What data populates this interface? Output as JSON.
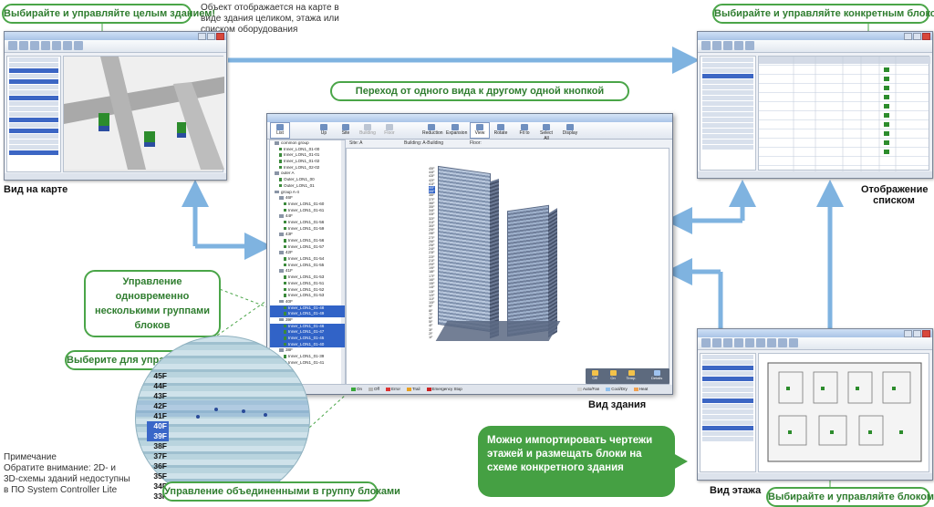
{
  "callouts": {
    "map_control": "Выбирайте и управляйте целым зданием!",
    "list_control": "Выбирайте и управляйте конкретным блоком",
    "one_button": "Переход от одного вида к другому одной кнопкой",
    "multi_groups": "Управление одновременно несколькими группами блоков",
    "whole_floor": "Выберите для управления целый этаж",
    "grouped_blocks": "Управление объединенными в группу блоками",
    "floor_control": "Выбирайте и управляйте блоком"
  },
  "intro_text": "Объект отображается на карте в виде здания целиком, этажа или списком оборудования",
  "captions": {
    "map_view": "Вид на карте",
    "list_view": "Отображение списком",
    "building_view": "Вид здания",
    "floor_view": "Вид этажа"
  },
  "import_bubble": "Можно импортировать чертежи этажей и размещать блоки на схеме конкретного здания",
  "note": {
    "title": "Примечание",
    "body": "Обратите внимание: 2D- и 3D-схемы зданий недоступны в ПО System Controller Lite"
  },
  "main_window": {
    "toolbar": {
      "list": "List",
      "up": "Up",
      "site": "Site",
      "building": "Building",
      "floor": "Floor",
      "reduction": "Reduction",
      "expansion": "Expansion",
      "view": "View",
      "rotate": "Rotate",
      "fit": "Fit to",
      "select_all": "Select All",
      "display": "Display"
    },
    "breadcrumb": {
      "site": "Site: A",
      "building": "Building: A-Building",
      "floor": "Floor:"
    },
    "tree": [
      {
        "label": "common group",
        "depth": 1,
        "type": "group"
      },
      {
        "label": "Inner_LON1_01-00",
        "depth": 2,
        "type": "unit"
      },
      {
        "label": "Inner_LON1_01-01",
        "depth": 2,
        "type": "unit"
      },
      {
        "label": "Inner_LON1_01-02",
        "depth": 2,
        "type": "unit"
      },
      {
        "label": "Inner_LON1_02-02",
        "depth": 2,
        "type": "unit"
      },
      {
        "label": "outer A",
        "depth": 1,
        "type": "group"
      },
      {
        "label": "Outer_LON1_00",
        "depth": 2,
        "type": "unit"
      },
      {
        "label": "Outer_LON1_01",
        "depth": 2,
        "type": "unit"
      },
      {
        "label": "group A-4",
        "depth": 1,
        "type": "group"
      },
      {
        "label": "46F",
        "depth": 2,
        "type": "floor"
      },
      {
        "label": "Inner_LON1_01-60",
        "depth": 3,
        "type": "unit"
      },
      {
        "label": "Inner_LON1_01-61",
        "depth": 3,
        "type": "unit"
      },
      {
        "label": "44F",
        "depth": 2,
        "type": "floor"
      },
      {
        "label": "Inner_LON1_01-56",
        "depth": 3,
        "type": "unit"
      },
      {
        "label": "Inner_LON1_01-59",
        "depth": 3,
        "type": "unit"
      },
      {
        "label": "43F",
        "depth": 2,
        "type": "floor"
      },
      {
        "label": "Inner_LON1_01-56",
        "depth": 3,
        "type": "unit"
      },
      {
        "label": "Inner_LON1_01-57",
        "depth": 3,
        "type": "unit"
      },
      {
        "label": "42F",
        "depth": 2,
        "type": "floor"
      },
      {
        "label": "Inner_LON1_01-54",
        "depth": 3,
        "type": "unit"
      },
      {
        "label": "Inner_LON1_01-55",
        "depth": 3,
        "type": "unit"
      },
      {
        "label": "41F",
        "depth": 2,
        "type": "floor"
      },
      {
        "label": "Inner_LON1_01-53",
        "depth": 3,
        "type": "unit"
      },
      {
        "label": "Inner_LON1_01-51",
        "depth": 3,
        "type": "unit"
      },
      {
        "label": "Inner_LON1_01-52",
        "depth": 3,
        "type": "unit"
      },
      {
        "label": "Inner_LON1_01-53",
        "depth": 3,
        "type": "unit"
      },
      {
        "label": "40F",
        "depth": 2,
        "type": "floor"
      },
      {
        "label": "Inner_LON1_01-48",
        "depth": 3,
        "type": "unit",
        "selected": true
      },
      {
        "label": "Inner_LON1_01-49",
        "depth": 3,
        "type": "unit",
        "selected": true
      },
      {
        "label": "39F",
        "depth": 2,
        "type": "floor"
      },
      {
        "label": "Inner_LON1_01-46",
        "depth": 3,
        "type": "unit",
        "selected": true
      },
      {
        "label": "Inner_LON1_01-47",
        "depth": 3,
        "type": "unit",
        "selected": true
      },
      {
        "label": "Inner_LON1_01-45",
        "depth": 3,
        "type": "unit",
        "selected": true
      },
      {
        "label": "Inner_LON1_01-40",
        "depth": 3,
        "type": "unit",
        "selected": true
      },
      {
        "label": "38F",
        "depth": 2,
        "type": "floor"
      },
      {
        "label": "Inner_LON1_01-39",
        "depth": 3,
        "type": "unit"
      },
      {
        "label": "Inner_LON1_01-41",
        "depth": 3,
        "type": "unit"
      }
    ],
    "status_legend": [
      "On",
      "Off",
      "Error",
      "Trail",
      "Emergency Stop"
    ],
    "status_right": [
      "Auto/Fan",
      "Cool/Dry",
      "Heat"
    ],
    "control_bar": [
      "Off",
      "On",
      "Temp.",
      "Details"
    ],
    "floor_axis_labels": [
      "45F",
      "44F",
      "43F",
      "42F",
      "41F",
      "40F",
      "39F",
      "38F",
      "37F",
      "36F",
      "35F",
      "34F",
      "33F",
      "32F",
      "31F",
      "30F",
      "29F",
      "28F",
      "27F",
      "26F",
      "25F",
      "24F",
      "23F",
      "22F",
      "21F",
      "20F",
      "19F",
      "18F",
      "17F",
      "16F",
      "15F",
      "14F",
      "13F",
      "12F",
      "11F",
      "10F",
      "9F",
      "8F",
      "7F",
      "6F",
      "5F",
      "4F",
      "3F",
      "2F",
      "1F"
    ]
  },
  "zoom_floors": [
    "45F",
    "44F",
    "43F",
    "42F",
    "41F",
    "40F",
    "39F",
    "38F",
    "37F",
    "36F",
    "35F",
    "34F",
    "33F"
  ],
  "zoom_selected": [
    "40F",
    "39F"
  ],
  "colors": {
    "accent_green": "#4aa548",
    "bubble_green": "#45a043",
    "arrow_blue": "#7fb3e0",
    "selection_blue": "#3163c7"
  }
}
